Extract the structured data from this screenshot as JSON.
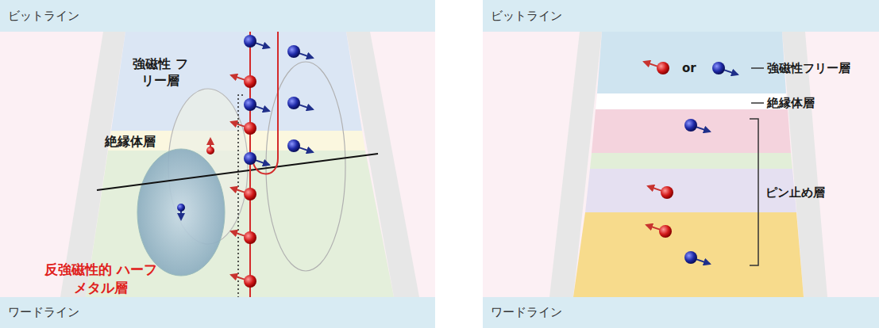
{
  "diagram": {
    "nodes": [
      {
        "text": [
          "ビットライン"
        ]
      },
      {
        "text": [
          "ワードライン"
        ]
      },
      {
        "text": [
          "ビットライン"
        ]
      },
      {
        "text": [
          "ワードライン"
        ]
      },
      {
        "text": [
          "強磁性 フリー層"
        ]
      },
      {
        "text": [
          "絶縁体層"
        ]
      },
      {
        "text": [
          "反強磁性的 ハーフメタル層"
        ]
      }
    ],
    "labels": [
      "or",
      "強磁性フリー層",
      "絶縁体層",
      "ピン止め層"
    ]
  }
}
